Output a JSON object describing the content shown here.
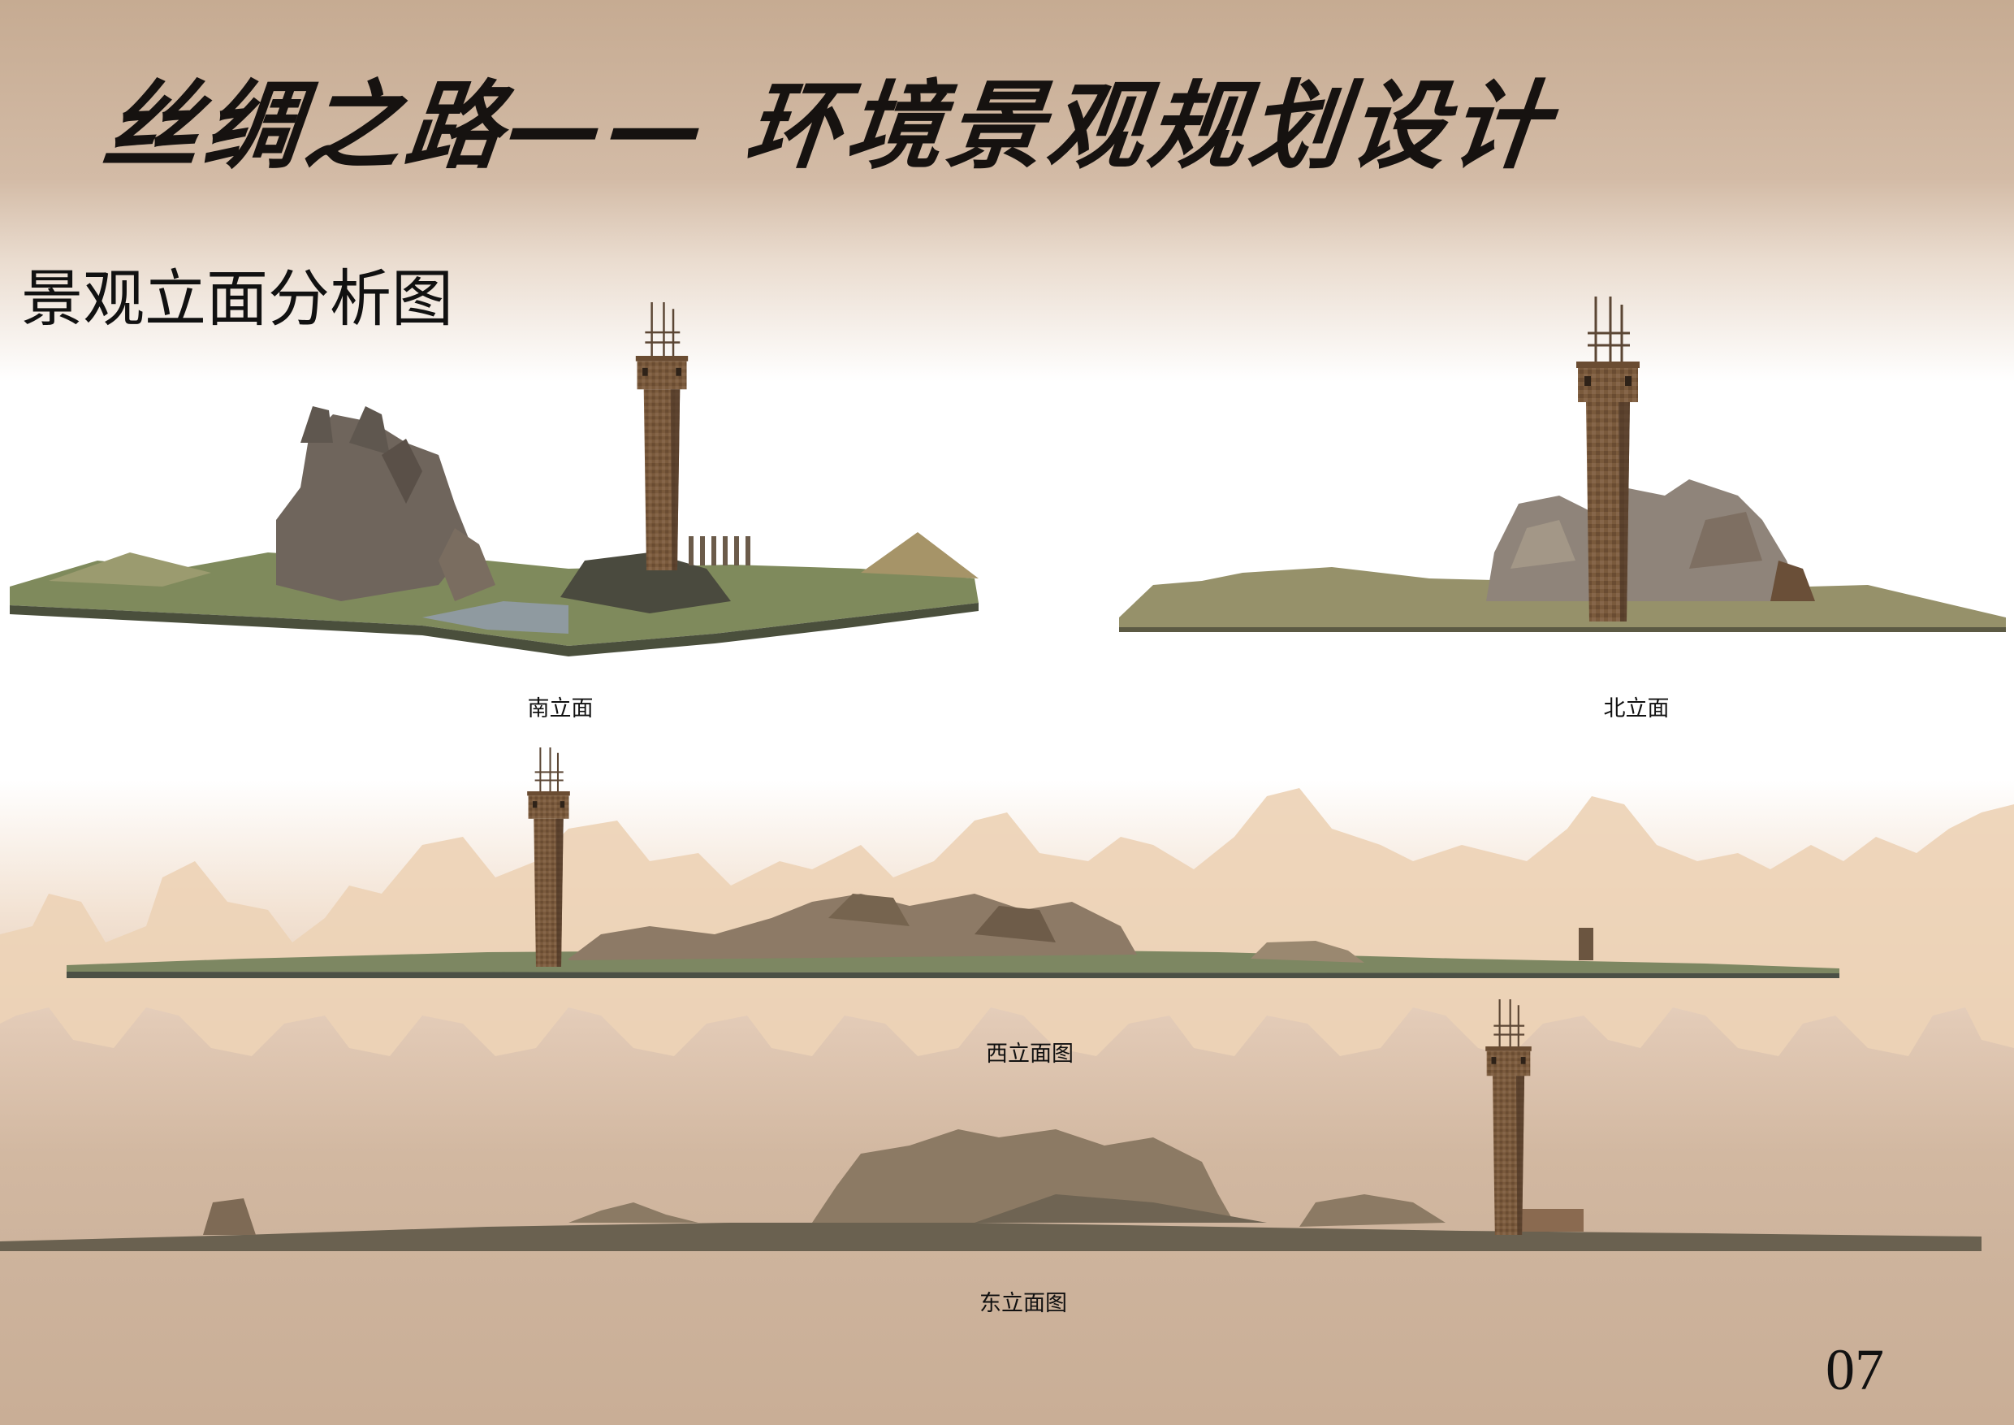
{
  "header": {
    "title": "丝绸之路—— 环境景观规划设计",
    "subtitle": "景观立面分析图"
  },
  "views": [
    {
      "id": "south",
      "caption": "南立面"
    },
    {
      "id": "north",
      "caption": "北立面"
    },
    {
      "id": "west",
      "caption": "西立面图"
    },
    {
      "id": "east",
      "caption": "东立面图"
    }
  ],
  "page": {
    "number": "07"
  },
  "colors": {
    "header_tan": "#c6ab92",
    "tower_brown": "#7a5a3c",
    "sculpture_brown": "#74685c",
    "terrain_olive": "#8a8a62",
    "camel_silhouette": "#edd2b6",
    "ink": "#111111"
  }
}
